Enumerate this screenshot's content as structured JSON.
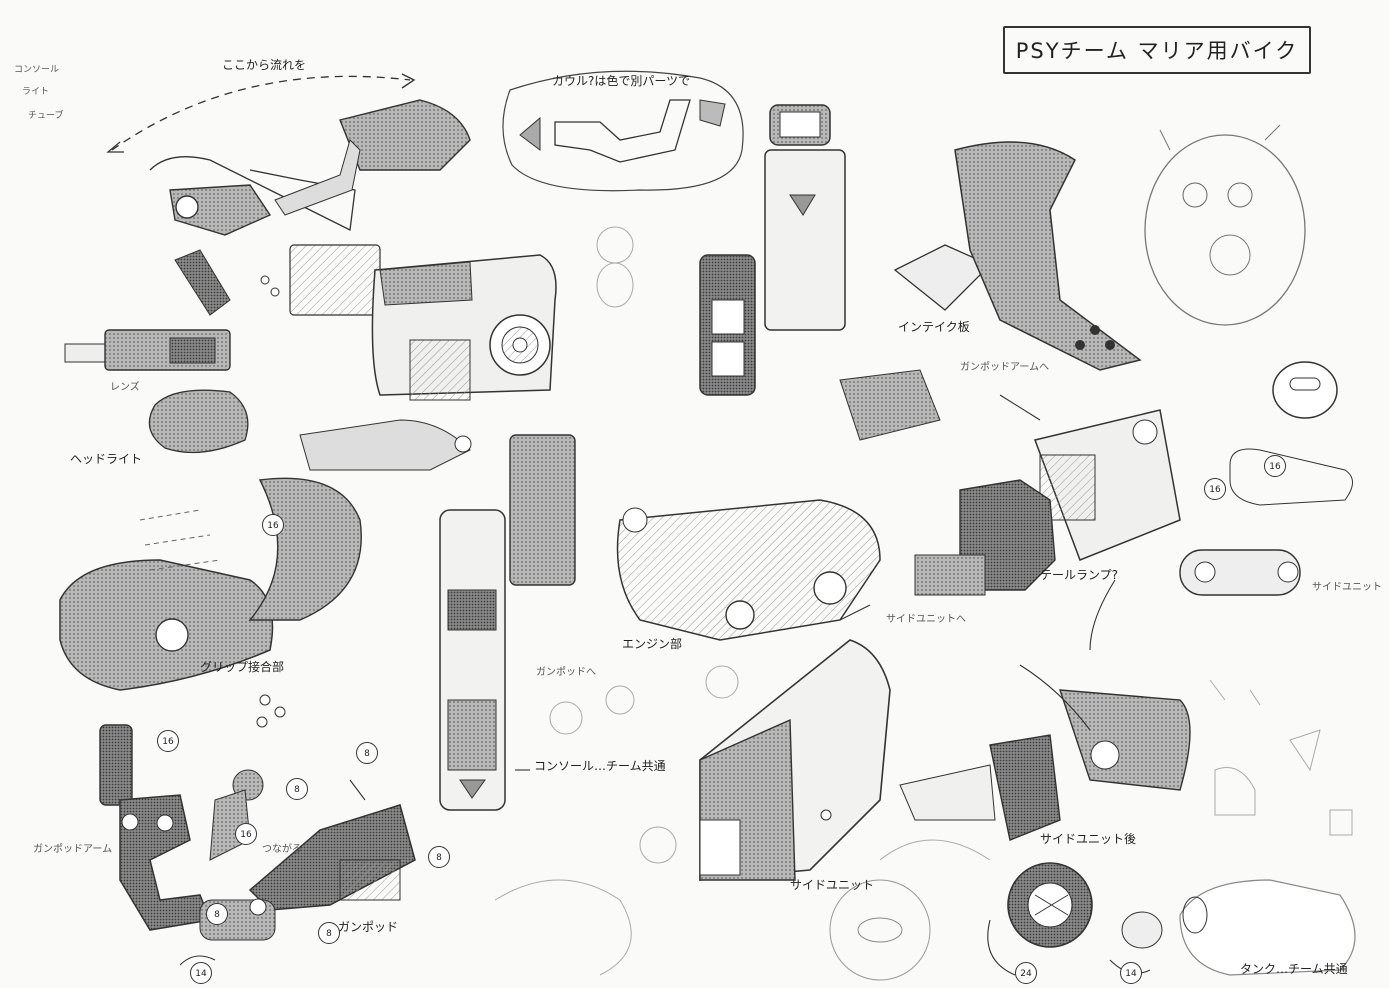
{
  "title": "PSYチーム マリア用バイク",
  "notes": {
    "top_left_margin": [
      "コンソール",
      "ライト",
      "チューブ"
    ],
    "arc_label": "ここから流れを",
    "cowl_label": "カウル?は色で別パーツで",
    "lens": "レンズ",
    "head_light": "ヘッドライト",
    "grip_joint": "グリップ接合部",
    "gunpod_arm": "ガンポッドアーム",
    "connect": "つながる",
    "gunpod": "ガンポッド",
    "console_common": "コンソール…チーム共通",
    "intake_plate": "インテイク板",
    "to_gunpod_arm": "ガンポッドアームへ",
    "tail_lamp": "テールランプ?",
    "side_unit_right": "サイドユニット",
    "side_unit_mid": "サイドユニットへ",
    "engine": "エンジン部",
    "to_gunpod": "ガンポッドへ",
    "side_unit_bottom": "サイドユニット",
    "side_unit_back": "サイドユニット後",
    "tank_common": "タンク…チーム共通"
  },
  "numbers": {
    "n16": "16",
    "n8": "8",
    "n24": "24",
    "n14": "14"
  },
  "colors": {
    "ink": "#2a2a2a",
    "tone_dark": "#6e6e6e",
    "tone_mid": "#9a9a9a",
    "tone_light": "#c8c8c8",
    "paper": "#fafaf8"
  }
}
